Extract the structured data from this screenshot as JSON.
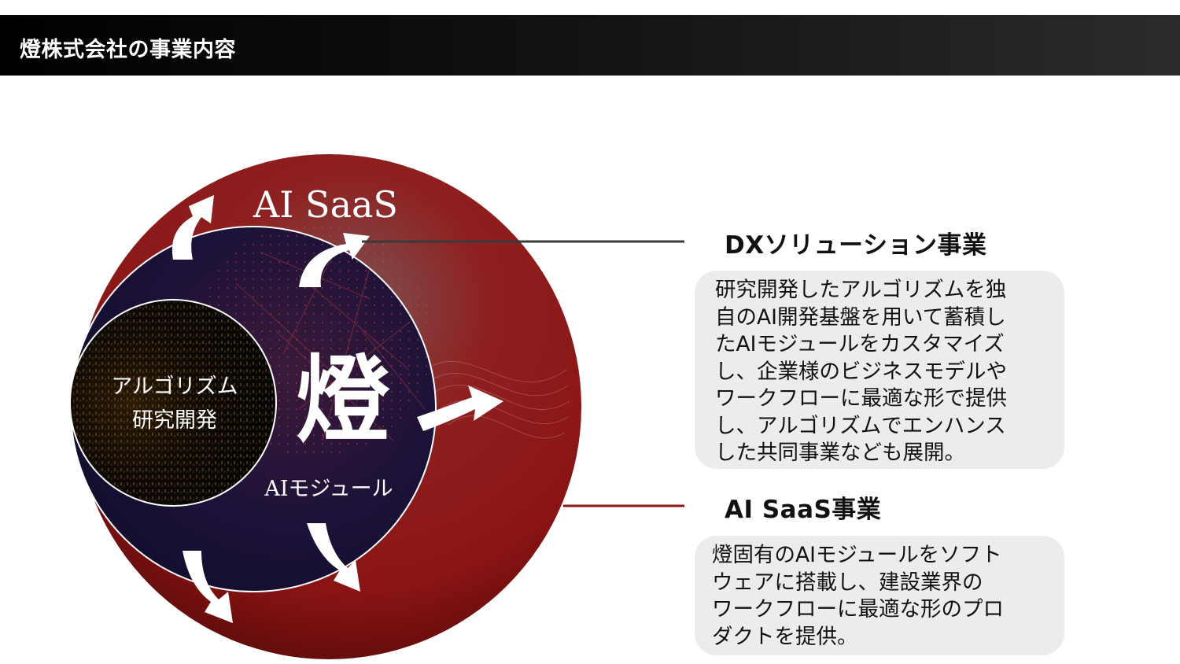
{
  "header": {
    "title": "燈株式会社の事業内容"
  },
  "diagram": {
    "outer_label": "AI SaaS",
    "middle_label_kanji": "燈",
    "middle_label_sub": "AIモジュール",
    "inner_label_lines": [
      "アルゴリズム",
      "研究開発"
    ]
  },
  "sections": [
    {
      "title": "DXソリューション事業",
      "lines": [
        "研究開発したアルゴリズムを独",
        "自のAI開発基盤を用いて蓄積し",
        "たAIモジュールをカスタマイズ",
        "し、企業様のビジネスモデルや",
        "ワークフローに最適な形で提供",
        "し、アルゴリズムでエンハンス",
        "した共同事業なども展開。"
      ]
    },
    {
      "title": "AI SaaS事業",
      "lines": [
        "燈固有のAIモジュールをソフト",
        "ウェアに搭載し、建設業界の",
        "ワークフローに最適な形のプロ",
        "ダクトを提供。"
      ]
    }
  ],
  "colors": {
    "header_bg": "#000000",
    "outer_circle": "#8e1616",
    "middle_circle": "#1b1236",
    "inner_circle": "#0c0c0c",
    "dx_connector": "#3a3a3a",
    "saas_connector": "#8e1616",
    "box_bg": "#ececec"
  }
}
